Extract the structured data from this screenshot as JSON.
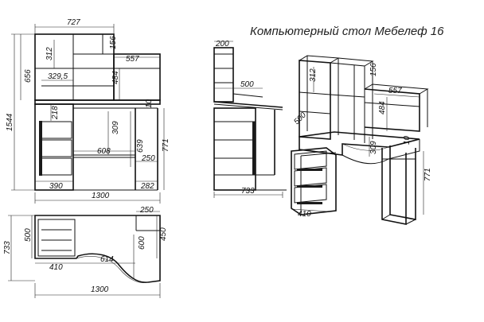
{
  "title": "Компьютерный стол Мебелеф 16",
  "front_view": {
    "w_top": "727",
    "h_upper": "656",
    "h_total": "1544",
    "h_shelf": "312",
    "w_niche": "329,5",
    "w_small": "156",
    "w_right": "557",
    "h_right": "484",
    "h_drawer": "218",
    "h_gap": "10",
    "h_knee": "309",
    "h_leg": "639",
    "w_knee": "608",
    "h_desk": "771",
    "d_corner": "250",
    "w_ped": "390",
    "w_leg": "282",
    "w_total": "1300"
  },
  "side_view": {
    "w_top": "200",
    "w_mid": "500",
    "w_bottom": "733"
  },
  "top_view": {
    "d_total": "733",
    "d_ped": "500",
    "w_corner": "250",
    "d_right": "450",
    "d_curve": "600",
    "w_ped": "410",
    "w_curve": "614",
    "w_total": "1300"
  },
  "iso_view": {
    "h_shelf": "312",
    "w_small": "156",
    "w_right": "557",
    "h_right": "484",
    "d_ped": "500",
    "h_knee": "309",
    "h_gap": "10",
    "h_desk": "771",
    "w_ped": "410"
  }
}
